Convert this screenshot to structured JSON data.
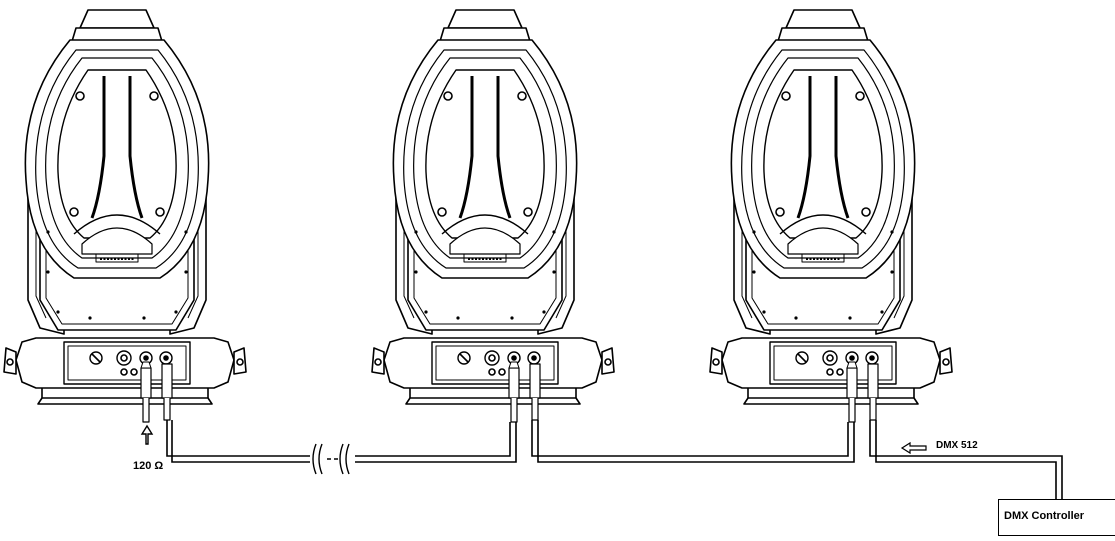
{
  "diagram": {
    "fixture_count": 3,
    "terminator_label": "120 Ω",
    "signal_label": "DMX 512",
    "controller_label": "DMX Controller",
    "colors": {
      "line": "#000000",
      "background": "#ffffff"
    },
    "icons": [
      "moving-head-fixture-icon",
      "xlr-connector-icon",
      "signal-arrow-icon",
      "cable-break-icon"
    ]
  }
}
